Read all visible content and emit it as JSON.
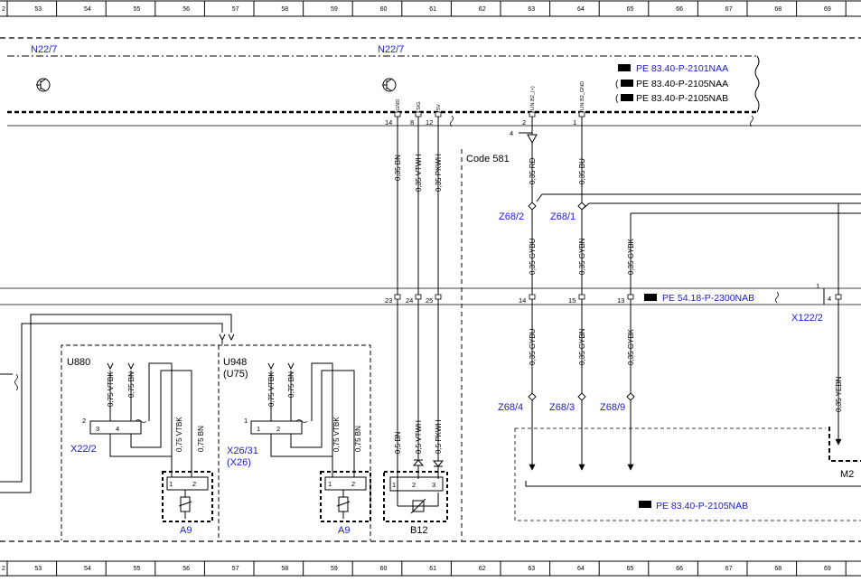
{
  "ruler": [
    "2",
    "53",
    "54",
    "55",
    "56",
    "57",
    "58",
    "59",
    "60",
    "61",
    "62",
    "63",
    "64",
    "65",
    "66",
    "67",
    "68",
    "69"
  ],
  "components": {
    "n22_left": "N22/7",
    "n22_right": "N22/7",
    "u880": "U880",
    "u948": "U948",
    "u75": "(U75)",
    "a9_left": "A9",
    "a9_right": "A9",
    "b12": "B12",
    "m2": "M2"
  },
  "connectors": {
    "x22_2": "X22/2",
    "x26_31": "X26/31",
    "x26": "(X26)",
    "x122_2": "X122/2",
    "z68_2": "Z68/2",
    "z68_1": "Z68/1",
    "z68_4": "Z68/4",
    "z68_3": "Z68/3",
    "z68_9": "Z68/9"
  },
  "code": "Code 581",
  "refs": {
    "r1": "PE 83.40-P-2101NAA",
    "r2": "PE 83.40-P-2105NAA",
    "r3": "PE 83.40-P-2105NAB",
    "r2_open": "(",
    "r2_close": ")",
    "r3_open": "(",
    "r3_close": ")",
    "r4": "PE 54.18-P-2300NAB",
    "r5": "PE 83.40-P-2105NAB"
  },
  "wires": {
    "w_bn_top": "0,35 BN",
    "w_vtwh_top": "0,35 VTWH",
    "w_pkwh_top": "0,35 PKWH",
    "w_rd": "0,35 RD",
    "w_bu": "0,35 BU",
    "w_gybu_a": "0,35 GYBU",
    "w_gybn_a": "0,35 GYBN",
    "w_gybk_a": "0,35 GYBK",
    "w_gybu_b": "0,35 GYBU",
    "w_gybn_b": "0,35 GYBN",
    "w_gybk_b": "0,35 GYBK",
    "w_yebn": "0,35 YEBN",
    "w_bn_b12": "0,5 BN",
    "w_vtwh_b12": "0,5 VTWH",
    "w_pkwh_b12": "0,5 PKWH",
    "w_u880_vtbk": "0,75 VTBK",
    "w_u880_bn": "0,75 BN",
    "w_u880_vtbk2": "0,75 VTBK",
    "w_u880_bn2": "0,75 BN",
    "w_u948_vtbk": "0,75 VTBK",
    "w_u948_bn": "0,75 BN",
    "w_u948_vtbk2": "0,75 VTBK",
    "w_u948_bn2": "0,75 BN"
  },
  "pins": {
    "p14a": "14",
    "p8": "8",
    "p12": "12",
    "p2a": "2",
    "p1a": "1",
    "p4a": "4",
    "p23": "23",
    "p24": "24",
    "p25": "25",
    "p14b": "14",
    "p15": "15",
    "p13": "13",
    "p1x": "1",
    "p4x": "4",
    "x22_pin2": "2",
    "x22_p3": "3",
    "x22_p4": "4",
    "x26_pin1": "1",
    "x26_p1": "1",
    "x26_p2": "2",
    "a9l_1": "1",
    "a9l_2": "2",
    "a9r_1": "1",
    "a9r_2": "2",
    "b12_1": "1",
    "b12_2": "2",
    "b12_3": "3"
  },
  "pin_tags": {
    "gnd": "GND",
    "sig": "SIG",
    "v5": "5V",
    "lin_p": "LIN B2_(+)",
    "lin_gnd": "LIN B2_GND"
  }
}
